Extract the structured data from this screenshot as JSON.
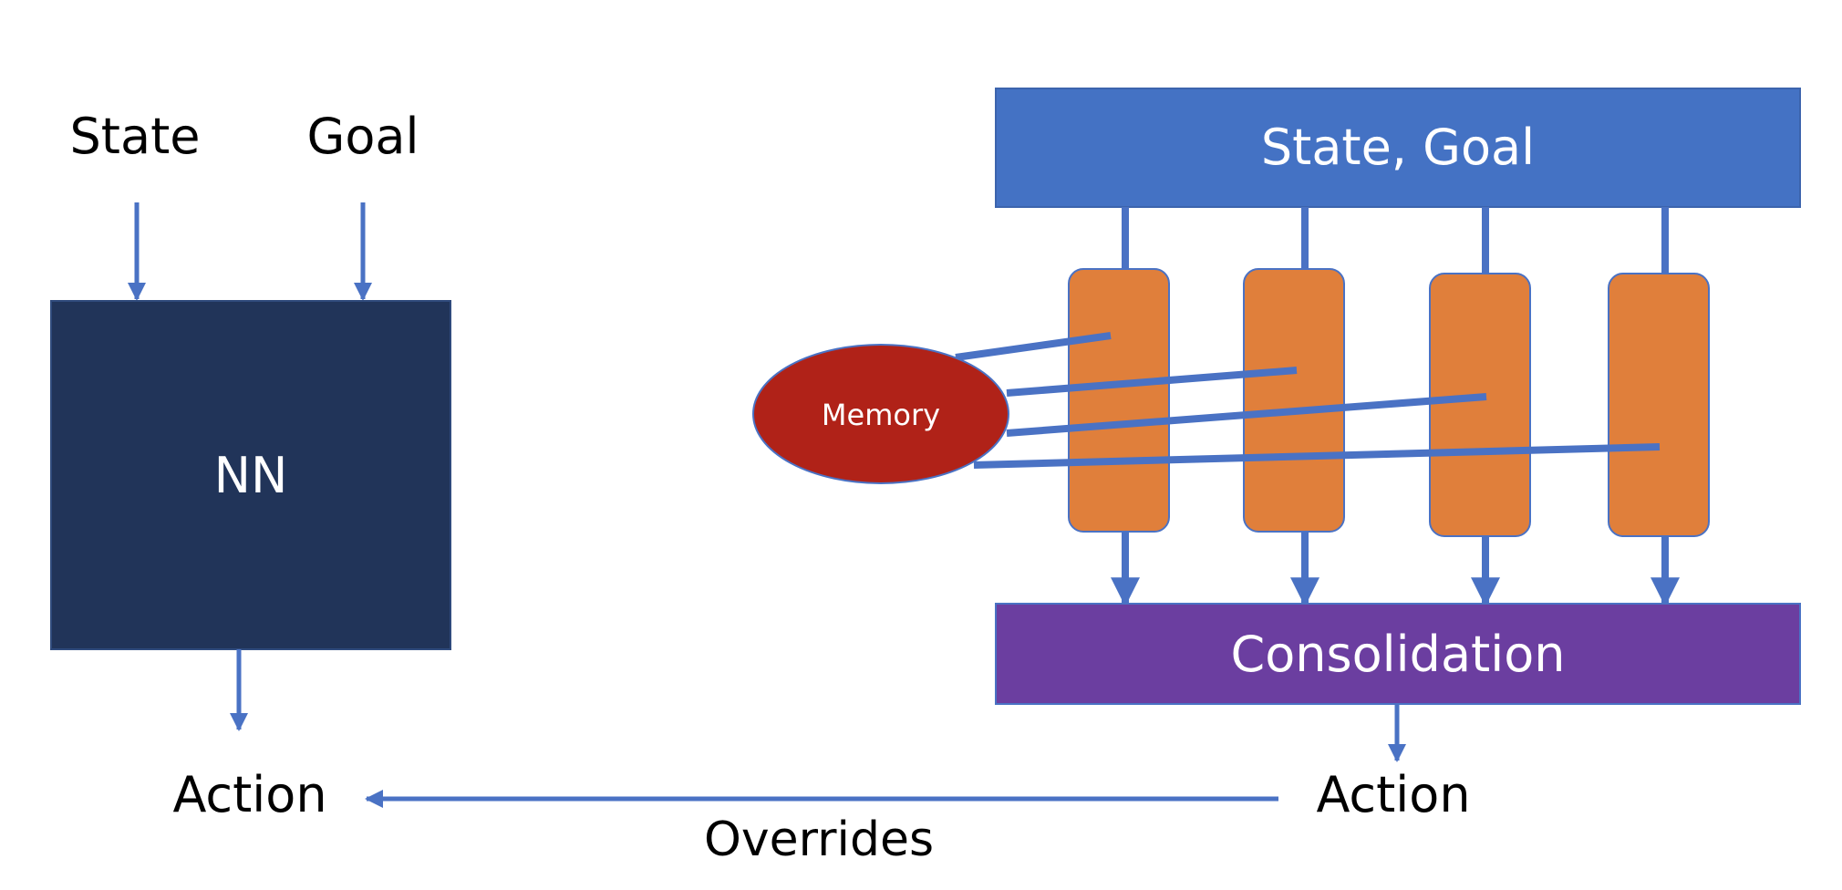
{
  "left": {
    "inputs": [
      "State",
      "Goal"
    ],
    "network_label": "NN",
    "output_label": "Action"
  },
  "right": {
    "input_bar_label": "State, Goal",
    "memory_label": "Memory",
    "module_count": 4,
    "output_bar_label": "Consolidation",
    "output_label": "Action"
  },
  "override_label": "Overrides",
  "colors": {
    "arrow": "#4a72c4",
    "nn_box": "#213459",
    "input_bar": "#4472c4",
    "module": "#e07f3b",
    "memory": "#b02218",
    "consolidation": "#6b3ea0",
    "text_dark": "#000000",
    "text_light": "#ffffff"
  }
}
